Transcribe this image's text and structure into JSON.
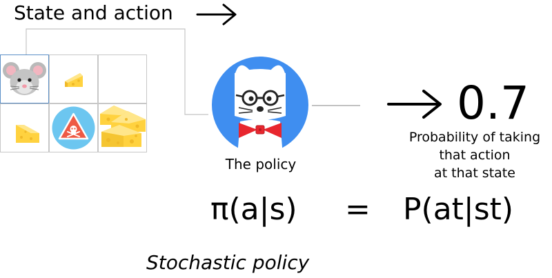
{
  "title": "State and action",
  "policy_caption": "The policy",
  "probability_value": "0.7",
  "probability_caption": [
    "Probability of taking",
    "that action",
    "at that state"
  ],
  "formula": {
    "left": "π(a|s)",
    "equals": "=",
    "right": "P(at|st)"
  },
  "footer": "Stochastic policy",
  "colors": {
    "policy_circle": "#3f8ef0",
    "bowtie": "#e8262e",
    "hazard_circle": "#6cc6f0",
    "hazard_triangle": "#ee5a45",
    "cheese": "#ffd23f",
    "mouse": "#b9b9b9",
    "selected_cell_border": "#5b8fc7"
  },
  "grid": {
    "rows": 2,
    "cols": 3,
    "cells": [
      {
        "row": 0,
        "col": 0,
        "content": "mouse-icon",
        "selected": true
      },
      {
        "row": 0,
        "col": 1,
        "content": "cheese-icon"
      },
      {
        "row": 0,
        "col": 2,
        "content": "empty"
      },
      {
        "row": 1,
        "col": 0,
        "content": "cheese-icon"
      },
      {
        "row": 1,
        "col": 1,
        "content": "poison-hazard-icon"
      },
      {
        "row": 1,
        "col": 2,
        "content": "big-cheese-icon"
      }
    ]
  }
}
